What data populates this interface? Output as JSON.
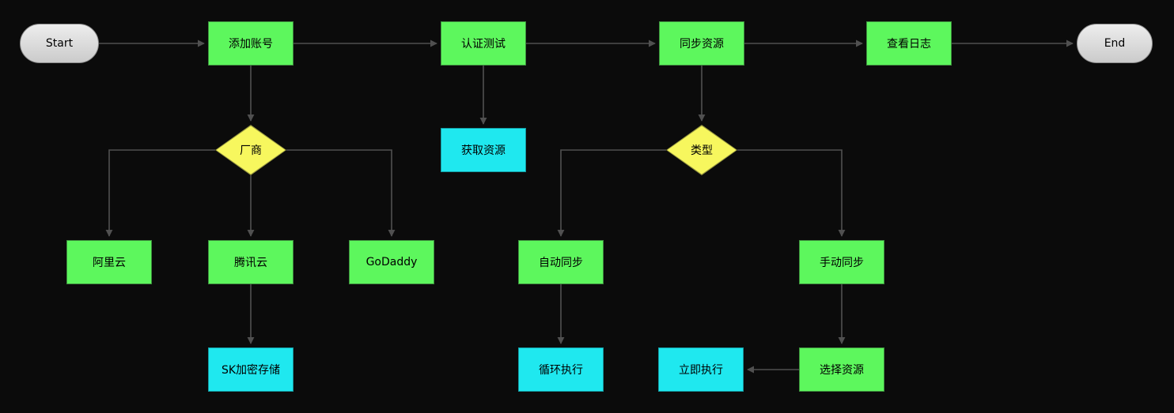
{
  "diagram": {
    "background_color": "#0b0b0b",
    "connector_color": "#505050",
    "colors": {
      "process_fill": "#5df75d",
      "process_border": "#3e8f3e",
      "decision_fill": "#f7f75e",
      "decision_border": "#9a9a42",
      "io_fill": "#1fe8ef",
      "io_border": "#149aa1",
      "terminal_fill": "#d9d9d9",
      "terminal_border": "#8c8c8c",
      "text_color": "#000000"
    },
    "nodes": {
      "start": {
        "label": "Start",
        "shape": "terminal"
      },
      "add_account": {
        "label": "添加账号",
        "shape": "process"
      },
      "auth_test": {
        "label": "认证测试",
        "shape": "process"
      },
      "sync_resource": {
        "label": "同步资源",
        "shape": "process"
      },
      "view_log": {
        "label": "查看日志",
        "shape": "process"
      },
      "end": {
        "label": "End",
        "shape": "terminal"
      },
      "vendor": {
        "label": "厂商",
        "shape": "decision"
      },
      "get_resource": {
        "label": "获取资源",
        "shape": "io"
      },
      "type": {
        "label": "类型",
        "shape": "decision"
      },
      "aliyun": {
        "label": "阿里云",
        "shape": "process"
      },
      "tencent": {
        "label": "腾讯云",
        "shape": "process"
      },
      "godaddy": {
        "label": "GoDaddy",
        "shape": "process"
      },
      "auto_sync": {
        "label": "自动同步",
        "shape": "process"
      },
      "manual_sync": {
        "label": "手动同步",
        "shape": "process"
      },
      "sk_store": {
        "label": "SK加密存储",
        "shape": "io"
      },
      "loop_exec": {
        "label": "循环执行",
        "shape": "io"
      },
      "now_exec": {
        "label": "立即执行",
        "shape": "io"
      },
      "choose_resource": {
        "label": "选择资源",
        "shape": "process"
      }
    },
    "edges": [
      {
        "from": "start",
        "to": "add_account"
      },
      {
        "from": "add_account",
        "to": "auth_test"
      },
      {
        "from": "auth_test",
        "to": "sync_resource"
      },
      {
        "from": "sync_resource",
        "to": "view_log"
      },
      {
        "from": "view_log",
        "to": "end"
      },
      {
        "from": "add_account",
        "to": "vendor"
      },
      {
        "from": "auth_test",
        "to": "get_resource"
      },
      {
        "from": "sync_resource",
        "to": "type"
      },
      {
        "from": "vendor",
        "to": "aliyun"
      },
      {
        "from": "vendor",
        "to": "tencent"
      },
      {
        "from": "vendor",
        "to": "godaddy"
      },
      {
        "from": "tencent",
        "to": "sk_store"
      },
      {
        "from": "type",
        "to": "auto_sync"
      },
      {
        "from": "type",
        "to": "manual_sync"
      },
      {
        "from": "auto_sync",
        "to": "loop_exec"
      },
      {
        "from": "manual_sync",
        "to": "choose_resource"
      },
      {
        "from": "choose_resource",
        "to": "now_exec"
      }
    ]
  }
}
